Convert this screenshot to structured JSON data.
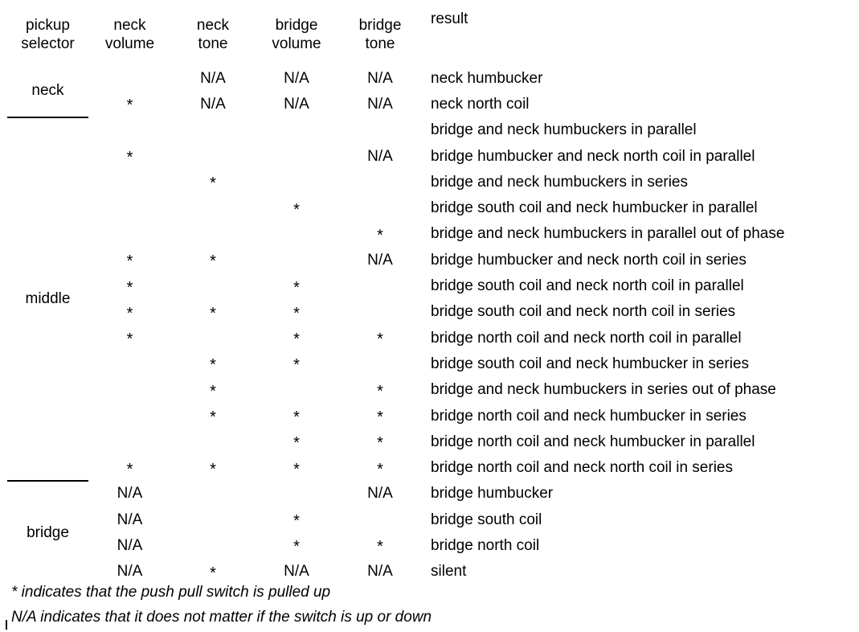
{
  "table": {
    "columns": [
      {
        "key": "selector",
        "label": "pickup\nselector",
        "line1": "pickup",
        "line2": "selector"
      },
      {
        "key": "neck_volume",
        "label": "neck volume",
        "line1": "neck",
        "line2": "volume"
      },
      {
        "key": "neck_tone",
        "label": "neck tone",
        "line1": "neck",
        "line2": "tone"
      },
      {
        "key": "bridge_volume",
        "label": "bridge volume",
        "line1": "bridge",
        "line2": "volume"
      },
      {
        "key": "bridge_tone",
        "label": "bridge tone",
        "line1": "bridge",
        "line2": "tone"
      },
      {
        "key": "result",
        "label": "result"
      }
    ],
    "groups": [
      {
        "selector": "neck",
        "rows": [
          {
            "neck_volume": "",
            "neck_tone": "N/A",
            "bridge_volume": "N/A",
            "bridge_tone": "N/A",
            "result": "neck humbucker"
          },
          {
            "neck_volume": "*",
            "neck_tone": "N/A",
            "bridge_volume": "N/A",
            "bridge_tone": "N/A",
            "result": "neck north coil"
          }
        ]
      },
      {
        "selector": "middle",
        "rows": [
          {
            "neck_volume": "",
            "neck_tone": "",
            "bridge_volume": "",
            "bridge_tone": "",
            "result": "bridge and neck humbuckers in parallel"
          },
          {
            "neck_volume": "*",
            "neck_tone": "",
            "bridge_volume": "",
            "bridge_tone": "N/A",
            "result": "bridge humbucker and neck north coil in parallel"
          },
          {
            "neck_volume": "",
            "neck_tone": "*",
            "bridge_volume": "",
            "bridge_tone": "",
            "result": "bridge and neck humbuckers in series"
          },
          {
            "neck_volume": "",
            "neck_tone": "",
            "bridge_volume": "*",
            "bridge_tone": "",
            "result": "bridge south coil and neck humbucker in parallel"
          },
          {
            "neck_volume": "",
            "neck_tone": "",
            "bridge_volume": "",
            "bridge_tone": "*",
            "result": "bridge and neck humbuckers in parallel out of phase"
          },
          {
            "neck_volume": "*",
            "neck_tone": "*",
            "bridge_volume": "",
            "bridge_tone": "N/A",
            "result": "bridge humbucker and neck north coil in series"
          },
          {
            "neck_volume": "*",
            "neck_tone": "",
            "bridge_volume": "*",
            "bridge_tone": "",
            "result": "bridge south coil and neck north coil in parallel"
          },
          {
            "neck_volume": "*",
            "neck_tone": "*",
            "bridge_volume": "*",
            "bridge_tone": "",
            "result": "bridge south coil and neck north coil in series"
          },
          {
            "neck_volume": "*",
            "neck_tone": "",
            "bridge_volume": "*",
            "bridge_tone": "*",
            "result": "bridge north coil and neck north coil in parallel"
          },
          {
            "neck_volume": "",
            "neck_tone": "*",
            "bridge_volume": "*",
            "bridge_tone": "",
            "result": "bridge south coil and neck humbucker in series"
          },
          {
            "neck_volume": "",
            "neck_tone": "*",
            "bridge_volume": "",
            "bridge_tone": "*",
            "result": "bridge and neck humbuckers in series out of phase"
          },
          {
            "neck_volume": "",
            "neck_tone": "*",
            "bridge_volume": "*",
            "bridge_tone": "*",
            "result": "bridge north coil and neck humbucker in series"
          },
          {
            "neck_volume": "",
            "neck_tone": "",
            "bridge_volume": "*",
            "bridge_tone": "*",
            "result": "bridge north coil and neck humbucker in parallel"
          },
          {
            "neck_volume": "*",
            "neck_tone": "*",
            "bridge_volume": "*",
            "bridge_tone": "*",
            "result": "bridge north coil and neck north coil in series"
          }
        ]
      },
      {
        "selector": "bridge",
        "rows": [
          {
            "neck_volume": "N/A",
            "neck_tone": "",
            "bridge_volume": "",
            "bridge_tone": "N/A",
            "result": "bridge humbucker"
          },
          {
            "neck_volume": "N/A",
            "neck_tone": "",
            "bridge_volume": "*",
            "bridge_tone": "",
            "result": "bridge south coil"
          },
          {
            "neck_volume": "N/A",
            "neck_tone": "",
            "bridge_volume": "*",
            "bridge_tone": "*",
            "result": "bridge north coil"
          },
          {
            "neck_volume": "N/A",
            "neck_tone": "*",
            "bridge_volume": "N/A",
            "bridge_tone": "N/A",
            "result": "silent"
          }
        ]
      }
    ]
  },
  "footnotes": [
    "* indicates that the push pull switch is pulled up",
    "N/A indicates that it does not matter if the switch is up or down"
  ]
}
